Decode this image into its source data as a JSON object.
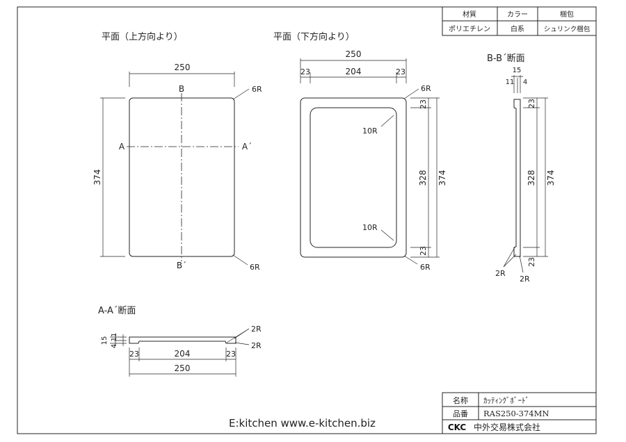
{
  "spec_table": {
    "headers": [
      "材質",
      "カラー",
      "梱包"
    ],
    "values": [
      "ポリエチレン",
      "白系",
      "シュリンク梱包"
    ]
  },
  "views": {
    "top_plan": {
      "title": "平面（上方向より）",
      "width": "250",
      "height": "374",
      "corner_radius": "6R",
      "corner_radius_bottom": "6R",
      "label_b": "B",
      "label_b_prime": "B´",
      "label_a": "A",
      "label_a_prime": "A´"
    },
    "bottom_plan": {
      "title": "平面（下方向より）",
      "width": "250",
      "inner_width": "204",
      "margin_left": "23",
      "margin_right": "23",
      "margin_top": "23",
      "margin_bottom": "23",
      "inner_height": "328",
      "height": "374",
      "corner_radius": "6R",
      "corner_radius_bottom": "6R",
      "inner_radius_top": "10R",
      "inner_radius_bottom": "10R"
    },
    "section_bb": {
      "title": "B-B´断面",
      "thickness": "15",
      "step_a": "11",
      "step_b": "4",
      "top_margin": "23",
      "inner_height": "328",
      "height": "374",
      "bottom_margin": "23",
      "radius_a": "2R",
      "radius_b": "2R"
    },
    "section_aa": {
      "title": "A-A´断面",
      "thickness": "15",
      "step_a": "11",
      "step_b": "4",
      "margin_left": "23",
      "inner_width": "204",
      "margin_right": "23",
      "width": "250",
      "radius_a": "2R",
      "radius_b": "2R"
    }
  },
  "website": "E:kitchen  www.e-kitchen.biz",
  "title_block": {
    "name_label": "名称",
    "name_value": "ｶｯﾃｨﾝｸﾞﾎﾞｰﾄﾞ",
    "part_label": "品番",
    "part_value": "RAS250-374MN",
    "company_logo": "CKC",
    "company_name": "中外交易株式会社"
  }
}
